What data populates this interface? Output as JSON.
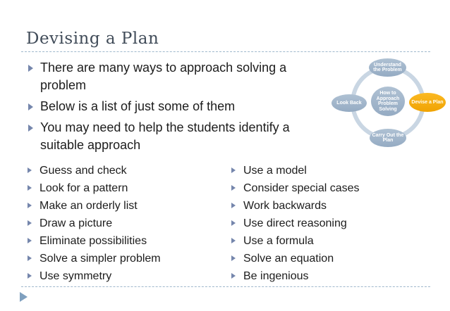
{
  "slide": {
    "title": "Devising a Plan",
    "intro_bullets": [
      "There are many ways to approach solving a problem",
      "Below is a list of just some of them",
      "You may need to help the students identify a suitable approach"
    ],
    "strategies_left": [
      "Guess and check",
      "Look for a pattern",
      "Make an orderly list",
      "Draw a picture",
      "Eliminate possibilities",
      "Solve a simpler problem",
      "Use symmetry"
    ],
    "strategies_right": [
      "Use a model",
      "Consider special cases",
      "Work backwards",
      "Use direct reasoning",
      "Use a formula",
      "Solve an equation",
      "Be ingenious"
    ]
  },
  "diagram": {
    "center": "How to Approach Problem Solving",
    "top": "Understand the Problem",
    "right": "Devise a Plan",
    "bottom": "Carry Out the Plan",
    "left": "Look Back"
  },
  "colors": {
    "title_text": "#414c59",
    "body_text": "#1c1c1c",
    "bullet_triangle": "#7586ac",
    "dashed_rule": "#9fb8cc",
    "node_blue": "#a2b6cb",
    "node_orange": "#f8ab10",
    "ring": "#c9d6e3",
    "footer_arrow": "#7fa0bf"
  },
  "icons": {
    "bullet_marker": "triangle-right",
    "footer_marker": "triangle-right"
  }
}
